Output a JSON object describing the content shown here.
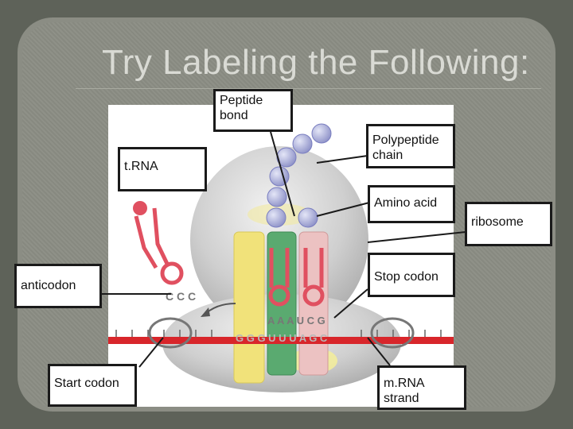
{
  "slide": {
    "title": "Try Labeling the Following:"
  },
  "labels": {
    "peptide_bond": "Peptide bond",
    "trna": "t.RNA",
    "polypeptide_chain": "Polypeptide chain",
    "amino_acid": "Amino acid",
    "ribosome": "ribosome",
    "anticodon": "anticodon",
    "stop_codon": "Stop codon",
    "start_codon": "Start codon",
    "mrna_strand": "m.RNA strand"
  },
  "diagram_text": {
    "anticodon_letters": [
      "C",
      "C",
      "C"
    ],
    "upper_codon_letters": [
      "A",
      "A",
      "A",
      "U",
      "C",
      "G"
    ],
    "lower_codon_letters": [
      "G",
      "G",
      "G",
      "U",
      "U",
      "U",
      "A",
      "G",
      "C"
    ]
  },
  "colors": {
    "background": "#5e6259",
    "panel": "#8b8d84",
    "title": "#d9dad4",
    "ribosome": "#c9c9c9",
    "mrna": "#d8262b",
    "trna_pink": "#e05060",
    "amino_acid": "#a6aadc",
    "yellow_trna": "#f1e27a",
    "green_trna": "#52a86a",
    "pink_trna": "#e8b4b4"
  }
}
